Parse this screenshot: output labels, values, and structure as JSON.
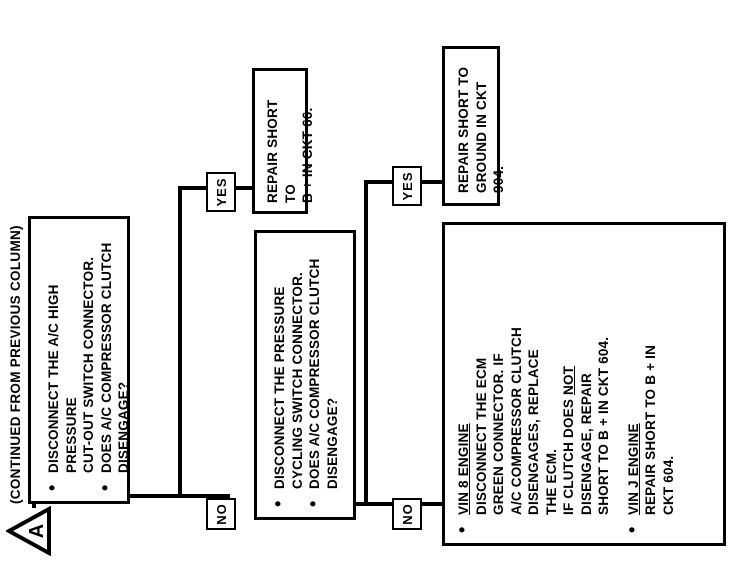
{
  "reference": {
    "marker_letter": "A",
    "caption": "(CONTINUED FROM PREVIOUS COLUMN)"
  },
  "step1": {
    "lines": [
      "DISCONNECT THE A/C HIGH PRESSURE",
      "CUT-OUT SWITCH CONNECTOR.",
      "DOES A/C COMPRESSOR CLUTCH",
      "DISENGAGE?"
    ],
    "yes_label": "YES",
    "no_label": "NO",
    "yes_result": [
      "REPAIR SHORT TO",
      "B + IN CKT 66."
    ]
  },
  "step2": {
    "lines": [
      "DISCONNECT THE PRESSURE",
      "CYCLING SWITCH CONNECTOR.",
      "DOES A/C COMPRESSOR CLUTCH",
      "DISENGAGE?"
    ],
    "yes_label": "YES",
    "no_label": "NO",
    "yes_result": [
      "REPAIR SHORT TO",
      "GROUND IN CKT 904."
    ]
  },
  "step3": {
    "vin8_heading": "VIN 8 ENGINE",
    "vin8_lines_a": [
      "DISCONNECT THE ECM",
      "GREEN CONNECTOR. IF",
      "A/C COMPRESSOR CLUTCH",
      "DISENGAGES, REPLACE",
      "THE ECM."
    ],
    "vin8_if_clutch": "IF CLUTCH DOES",
    "vin8_not": "NOT",
    "vin8_disengage": "DISENGAGE, REPAIR",
    "vin8_last": "SHORT TO B + IN CKT 604.",
    "vinj_heading": "VIN J ENGINE",
    "vinj_lines": [
      "REPAIR SHORT TO B + IN",
      "CKT 604."
    ]
  }
}
